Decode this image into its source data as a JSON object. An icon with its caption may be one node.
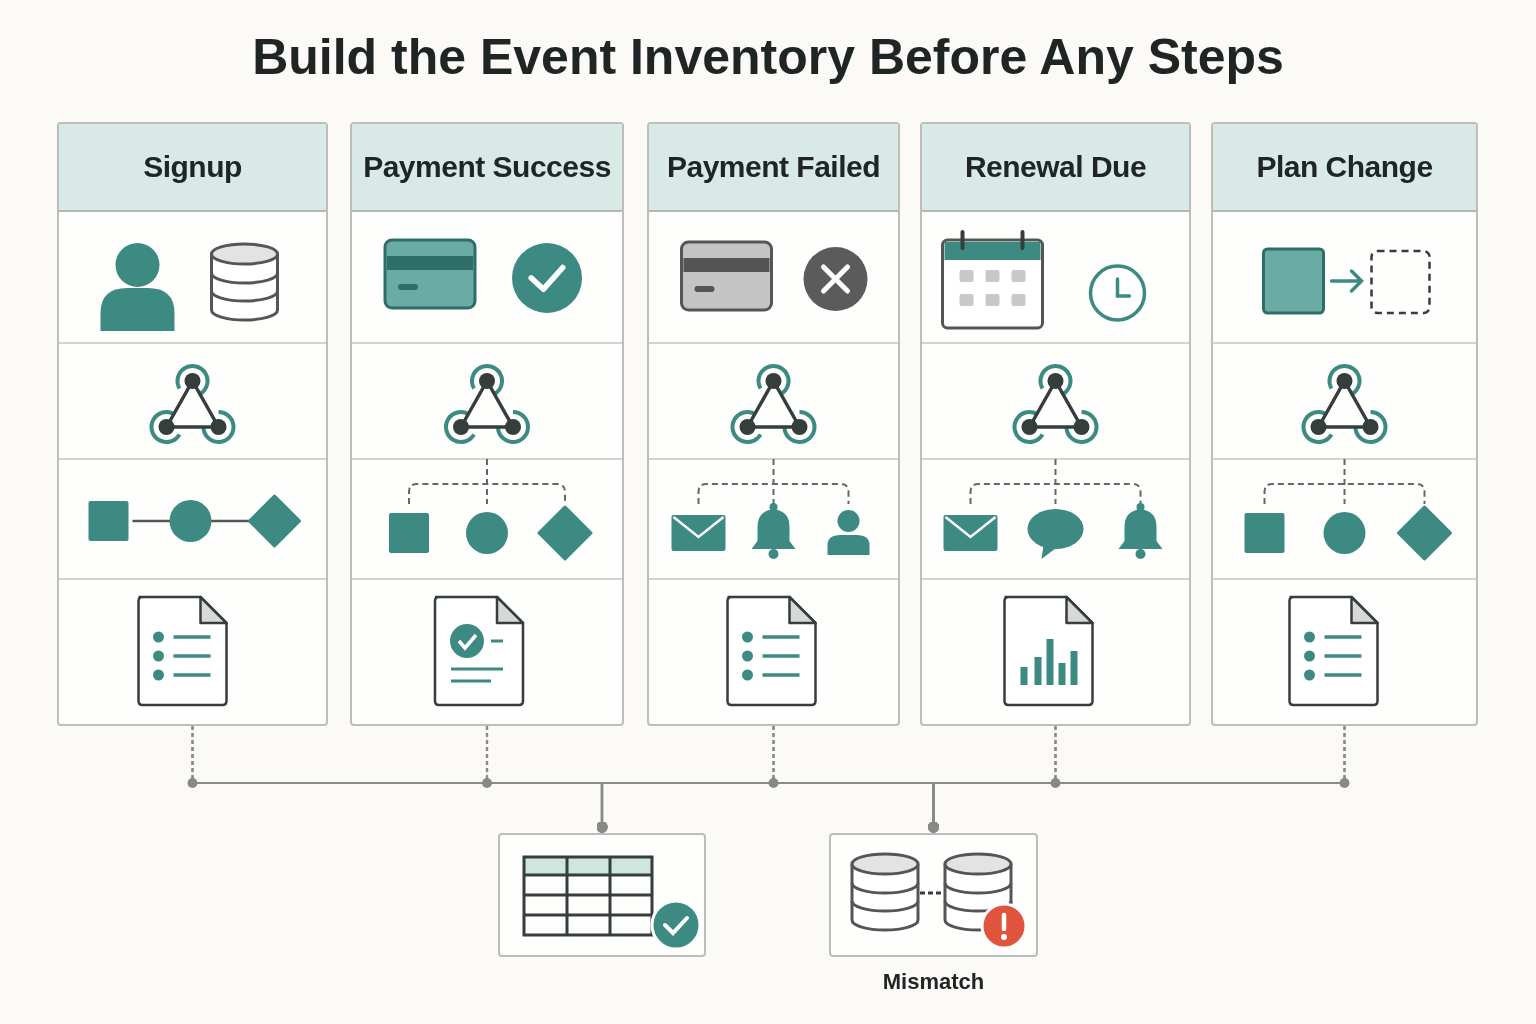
{
  "diagram": {
    "title": "Build the Event Inventory Before Any Steps",
    "nodes": [
      {
        "text": [
          "Signup"
        ]
      },
      {
        "text": [
          "Payment Success"
        ]
      },
      {
        "text": [
          "Payment Failed"
        ]
      },
      {
        "text": [
          "Renewal Due"
        ]
      },
      {
        "text": [
          "Plan Change"
        ]
      },
      {
        "text": [],
        "shape": "box"
      },
      {
        "text": [],
        "shape": "box",
        "beside": [
          "Mismatch"
        ]
      }
    ],
    "edges": [
      {
        "from": 0,
        "to": 5,
        "arrow": "other"
      },
      {
        "from": 0,
        "to": 6,
        "arrow": "other"
      },
      {
        "from": 1,
        "to": 5,
        "arrow": "other"
      },
      {
        "from": 1,
        "to": 6,
        "arrow": "other"
      },
      {
        "from": 2,
        "to": 5,
        "arrow": "other"
      },
      {
        "from": 2,
        "to": 6,
        "arrow": "other"
      },
      {
        "from": 3,
        "to": 5,
        "arrow": "other"
      },
      {
        "from": 3,
        "to": 6,
        "arrow": "other"
      },
      {
        "from": 4,
        "to": 5,
        "arrow": "other"
      },
      {
        "from": 4,
        "to": 6,
        "arrow": "other"
      }
    ]
  }
}
